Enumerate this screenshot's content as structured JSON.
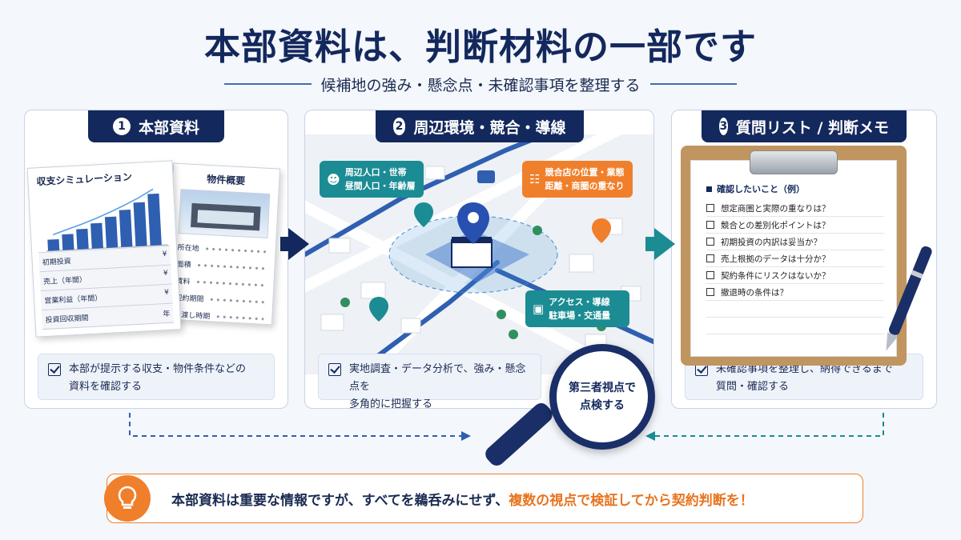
{
  "header": {
    "title": "本部資料は、判断材料の一部です",
    "subtitle": "候補地の強み・懸念点・未確認事項を整理する"
  },
  "panels": [
    {
      "number": "1",
      "title": "本部資料",
      "caption_line1": "本部が提示する収支・物件条件などの",
      "caption_line2": "資料を確認する",
      "doc_a": {
        "title": "収支シミュレーション",
        "rows": [
          {
            "label": "初期投資",
            "unit": "¥"
          },
          {
            "label": "売上（年間）",
            "unit": "¥"
          },
          {
            "label": "営業利益（年間）",
            "unit": "¥"
          },
          {
            "label": "投資回収期間",
            "unit": "年"
          }
        ],
        "bar_values": [
          20,
          28,
          36,
          45,
          55,
          66,
          78,
          92
        ]
      },
      "doc_b": {
        "title": "物件概要",
        "rows": [
          "所在地",
          "面積",
          "賃料",
          "契約期間",
          "引渡し時期"
        ]
      }
    },
    {
      "number": "2",
      "title": "周辺環境・競合・導線",
      "caption_line1": "実地調査・データ分析で、強み・懸念点を",
      "caption_line2": "多角的に把握する",
      "cards": {
        "population_line1": "周辺人口・世帯",
        "population_line2": "昼間人口・年齢層",
        "competitor_line1": "競合店の位置・業態",
        "competitor_line2": "距離・商圏の重なり",
        "access_line1": "アクセス・導線",
        "access_line2": "駐車場・交通量"
      }
    },
    {
      "number": "3",
      "title": "質問リスト / 判断メモ",
      "caption_line1": "未確認事項を整理し、納得できるまで",
      "caption_line2": "質問・確認する",
      "checklist_title": "確認したいこと（例）",
      "checklist": [
        "想定商圏と実際の重なりは？",
        "競合との差別化ポイントは？",
        "初期投資の内訳は妥当か？",
        "売上根拠のデータは十分か？",
        "契約条件にリスクはないか？",
        "撤退時の条件は？"
      ]
    }
  ],
  "magnifier": {
    "line1": "第三者視点で",
    "line2": "点検する"
  },
  "tip": {
    "text_main": "本部資料は重要な情報ですが、すべてを鵜呑みにせず、",
    "text_highlight": "複数の視点で検証してから契約判断を！"
  },
  "colors": {
    "navy": "#13285d",
    "teal": "#1b8c93",
    "orange": "#f07f2b",
    "accent_blue": "#3f6fb0"
  }
}
